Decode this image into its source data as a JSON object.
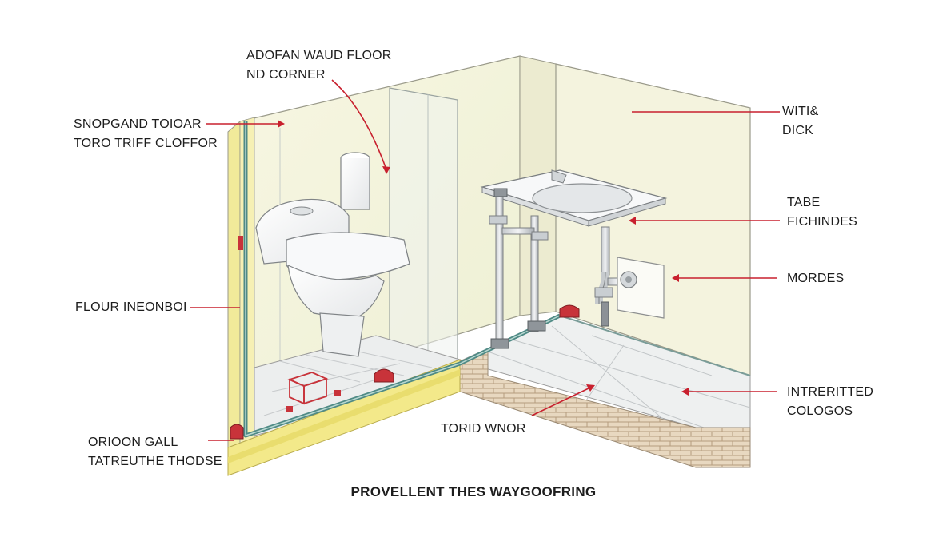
{
  "labels": {
    "top_center": {
      "line1": "ADOFAN WAUD FLOOR",
      "line2": "ND CORNER"
    },
    "upper_left": {
      "line1": "SNOPGAND TOIOAR",
      "line2": "TORO TRIFF CLOFFOR"
    },
    "mid_left": {
      "line1": "FLOUR INEONBOI"
    },
    "lower_left": {
      "line1": "ORIOON GALL",
      "line2": "TATREUTHE THODSE"
    },
    "upper_right": {
      "line1": "WITI&",
      "line2": "DICK"
    },
    "mid_right": {
      "line1": "TABE",
      "line2": "FICHINDES"
    },
    "right_pipe": {
      "line1": "MORDES"
    },
    "lower_right": {
      "line1": "INTRERITTED",
      "line2": "COLOGOS"
    },
    "bottom_center": {
      "line1": "TORID WNOR"
    }
  },
  "caption": "PROVELLENT THES WAYGOOFRING",
  "colors": {
    "wall": "#f6f5dc",
    "floor_tile": "#eceeee",
    "brick": "#e7d7bf",
    "waterproof_yellow": "#f4ec8c",
    "membrane_teal": "#4f8a85",
    "seal_red": "#c8333a",
    "callout_red": "#c8202e",
    "outline": "#7d7d7d"
  }
}
